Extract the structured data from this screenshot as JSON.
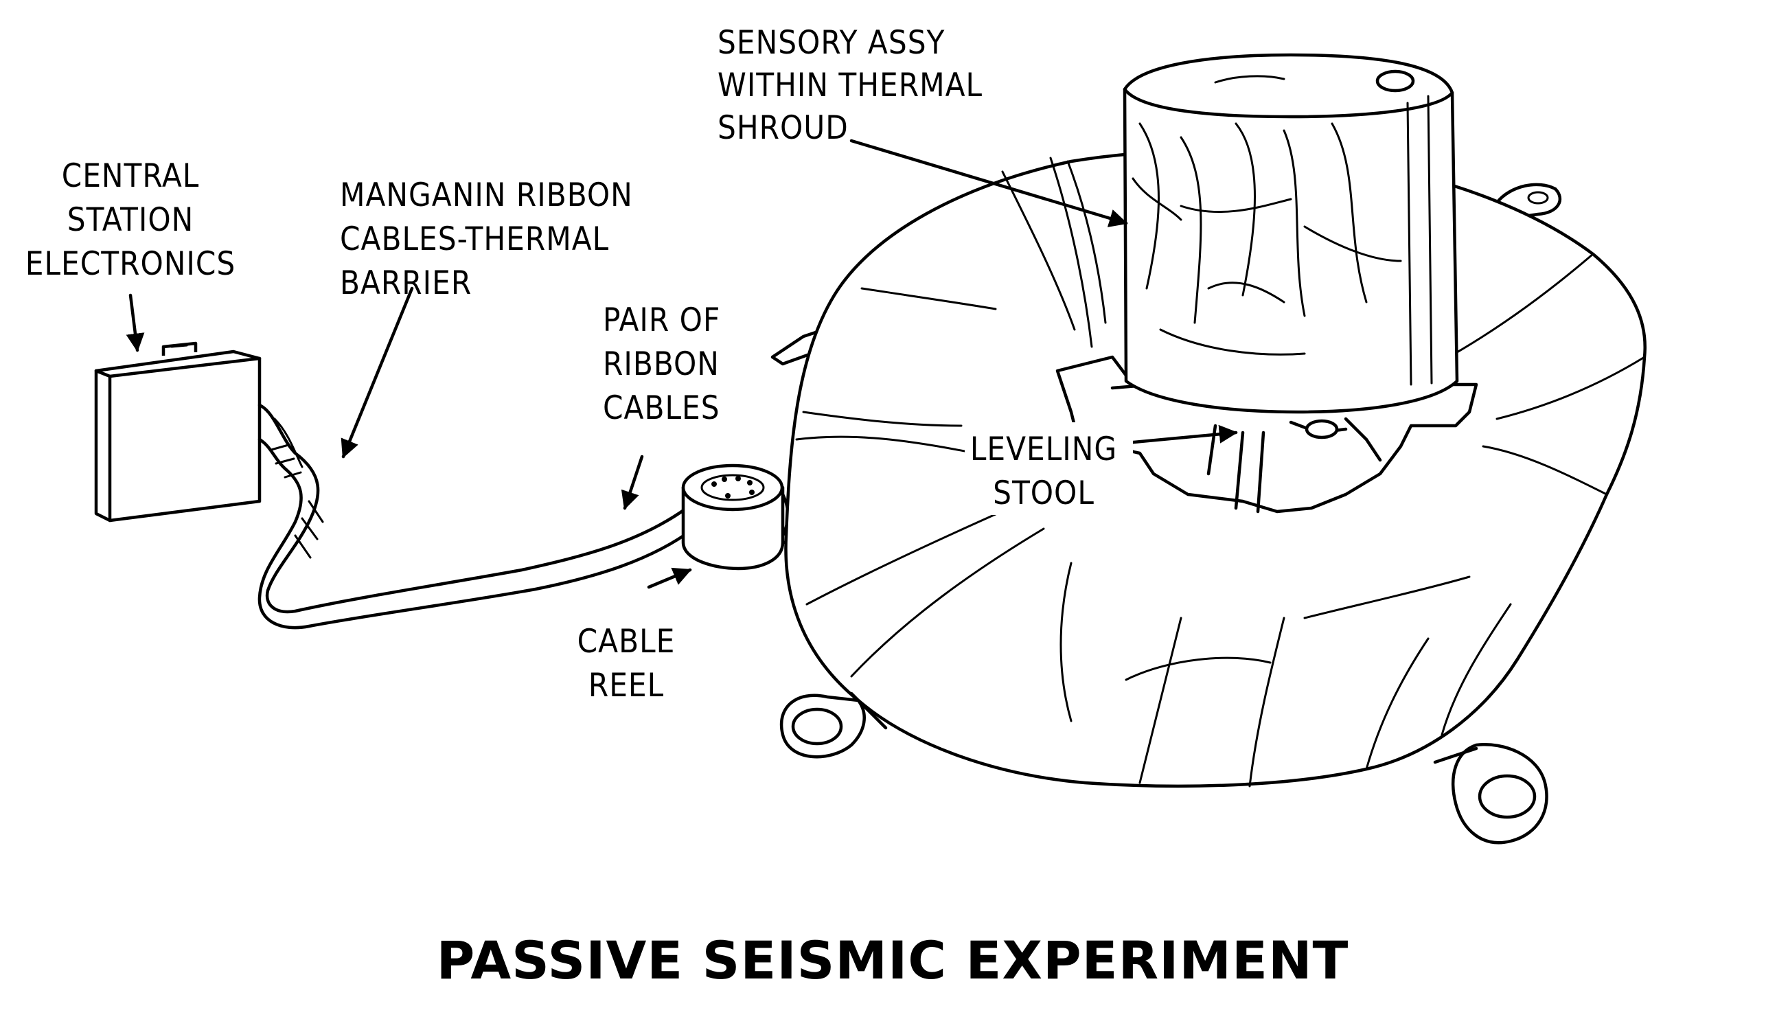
{
  "diagram": {
    "title": "PASSIVE SEISMIC EXPERIMENT",
    "labels": {
      "central_station": [
        "CENTRAL",
        "STATION",
        "ELECTRONICS"
      ],
      "manganin": [
        "MANGANIN RIBBON",
        "CABLES-THERMAL",
        "BARRIER"
      ],
      "pair_ribbon": [
        "PAIR OF",
        "RIBBON",
        "CABLES"
      ],
      "cable_reel": [
        "CABLE",
        "REEL"
      ],
      "sensory_assy": [
        "SENSORY ASSY",
        "WITHIN THERMAL",
        "SHROUD"
      ],
      "leveling_stool": [
        "LEVELING",
        "STOOL"
      ]
    }
  }
}
